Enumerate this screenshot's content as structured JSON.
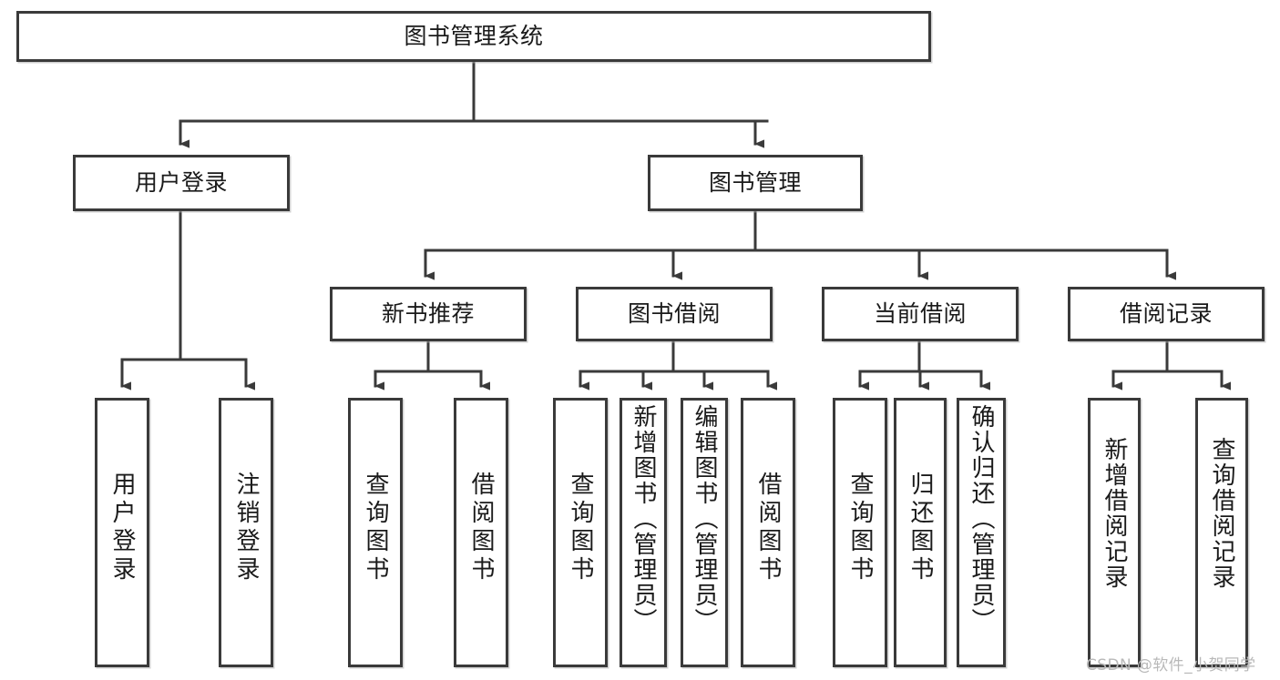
{
  "diagram": {
    "title": "图书管理系统",
    "type": "tree",
    "watermark": "CSDN @软件_小贺同学",
    "colors": {
      "stroke": "#3a3a3a",
      "fill": "#ffffff",
      "text": "#1a1a1a",
      "watermark": "#b9b9b9"
    },
    "nodes": {
      "root": {
        "label": "图书管理系统"
      },
      "level1": [
        {
          "id": "user-login",
          "label": "用户登录"
        },
        {
          "id": "book-management",
          "label": "图书管理"
        }
      ],
      "level2": [
        {
          "id": "new-book-recommend",
          "label": "新书推荐"
        },
        {
          "id": "book-borrow",
          "label": "图书借阅"
        },
        {
          "id": "current-borrow",
          "label": "当前借阅"
        },
        {
          "id": "borrow-record",
          "label": "借阅记录"
        }
      ],
      "leaves": {
        "user-login": [
          {
            "id": "leaf-user-login",
            "label": "用户登录"
          },
          {
            "id": "leaf-logout",
            "label": "注销登录"
          }
        ],
        "new-book-recommend": [
          {
            "id": "leaf-query-book-1",
            "label": "查询图书"
          },
          {
            "id": "leaf-borrow-book-1",
            "label": "借阅图书"
          }
        ],
        "book-borrow": [
          {
            "id": "leaf-query-book-2",
            "label": "查询图书"
          },
          {
            "id": "leaf-add-book",
            "label": "新增图书（管理员）"
          },
          {
            "id": "leaf-edit-book",
            "label": "编辑图书（管理员）"
          },
          {
            "id": "leaf-borrow-book-2",
            "label": "借阅图书"
          }
        ],
        "current-borrow": [
          {
            "id": "leaf-query-book-3",
            "label": "查询图书"
          },
          {
            "id": "leaf-return-book",
            "label": "归还图书"
          },
          {
            "id": "leaf-confirm-return",
            "label": "确认归还（管理员）"
          }
        ],
        "borrow-record": [
          {
            "id": "leaf-add-record",
            "label": "新增借阅记录"
          },
          {
            "id": "leaf-query-record",
            "label": "查询借阅记录"
          }
        ]
      }
    }
  }
}
